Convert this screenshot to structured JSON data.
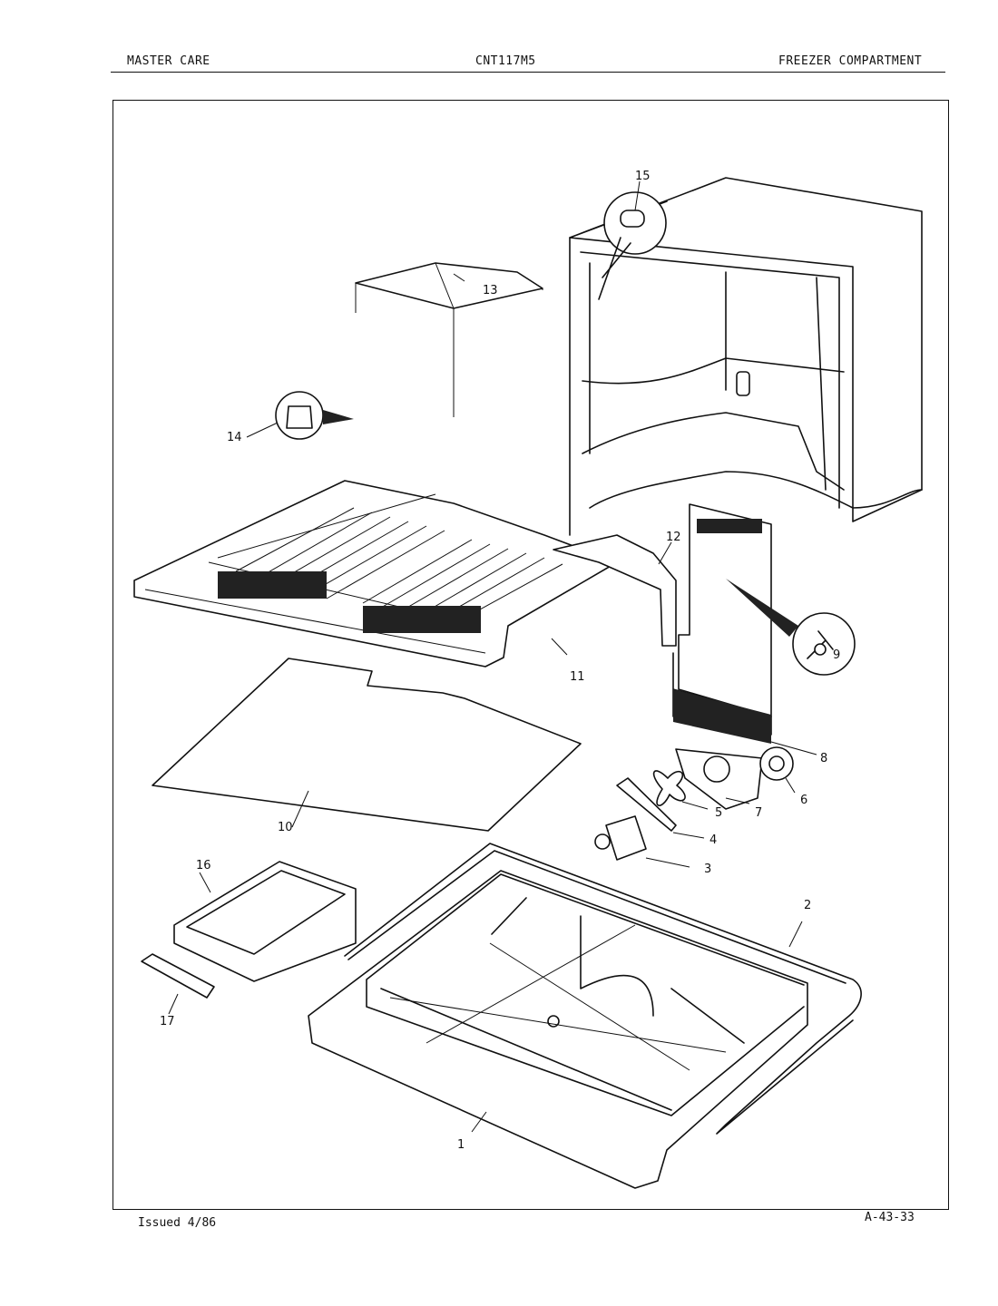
{
  "header": {
    "left": "MASTER CARE",
    "center": "CNT117M5",
    "right": "FREEZER COMPARTMENT"
  },
  "footer": {
    "issued": "Issued 4/86",
    "code": "A-43-33"
  },
  "callouts": {
    "c1": "1",
    "c2": "2",
    "c3": "3",
    "c4": "4",
    "c5": "5",
    "c6": "6",
    "c7": "7",
    "c8": "8",
    "c9": "9",
    "c10": "10",
    "c11": "11",
    "c12": "12",
    "c13": "13",
    "c14": "14",
    "c15": "15",
    "c16": "16",
    "c17": "17"
  }
}
